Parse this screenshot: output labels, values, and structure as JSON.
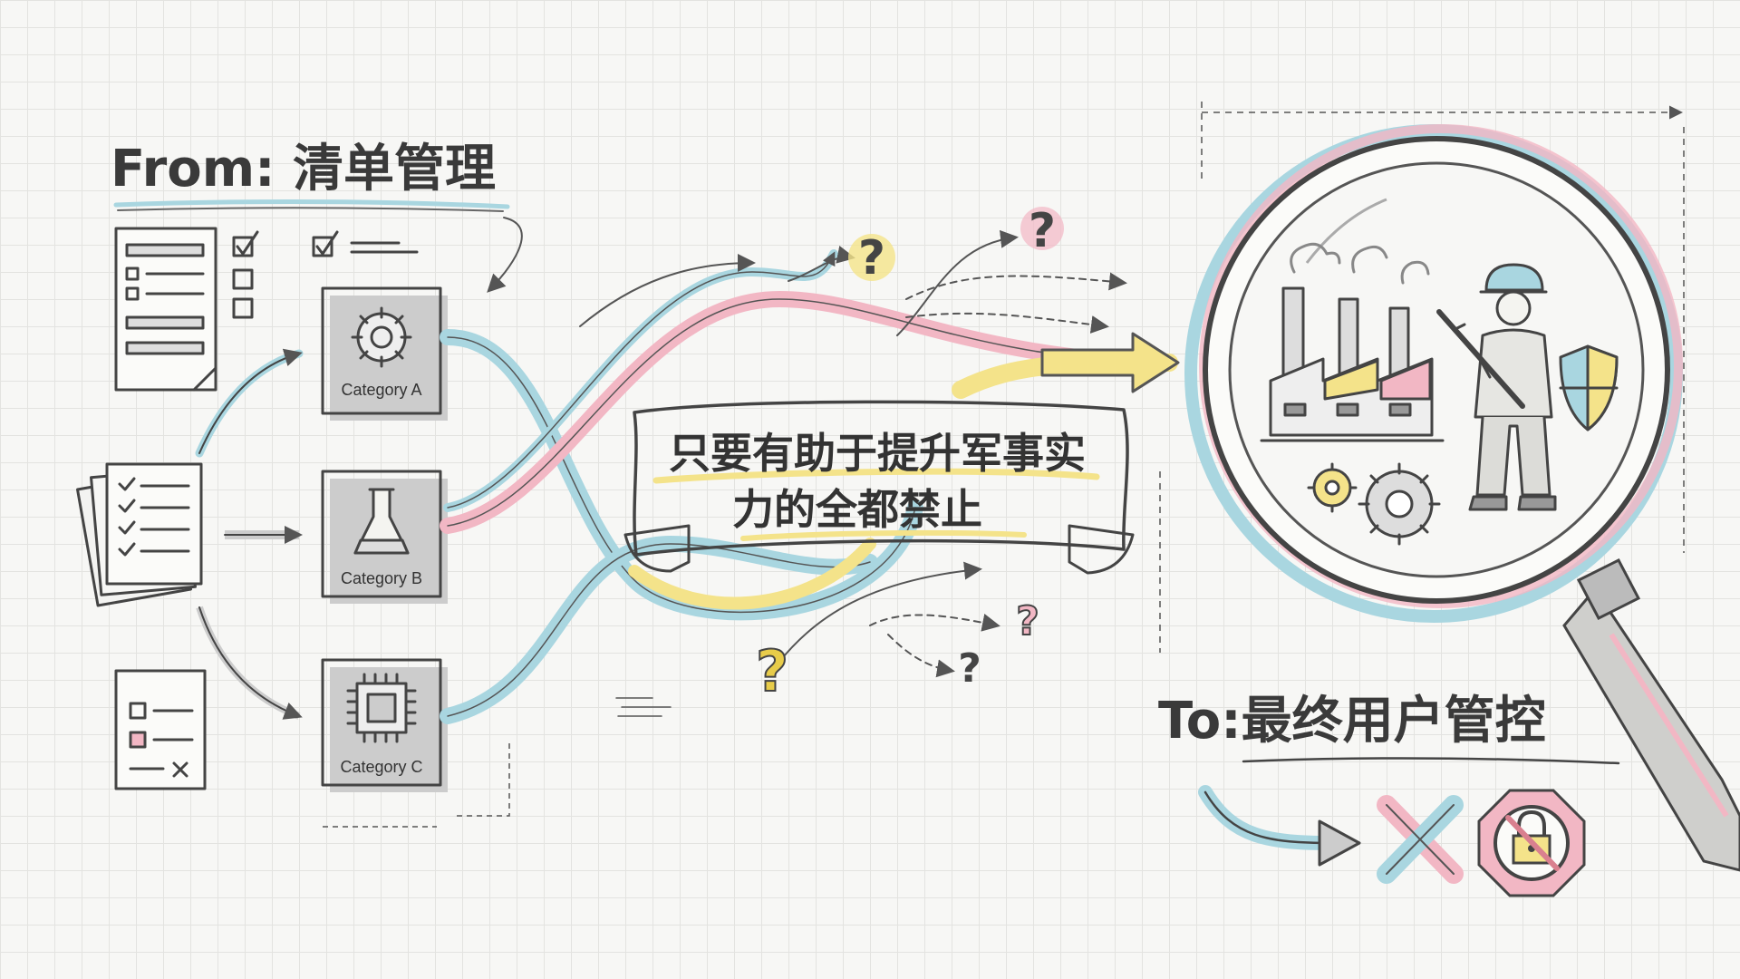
{
  "from_title": "From: 清单管理",
  "to_title": "To:最终用户管控",
  "categories": [
    "Category A",
    "Category B",
    "Category C"
  ],
  "banner": {
    "line1": "只要有助于提升军事实",
    "line2": "力的全都禁止"
  },
  "colors": {
    "blue": "#a9d6e0",
    "pink": "#f2b7c4",
    "yellow": "#f4e38a",
    "ink": "#444444"
  },
  "icons": {
    "documents": [
      "checklist-document-icon",
      "stacked-checklist-icon",
      "checklist-x-document-icon"
    ],
    "categories": [
      "gear-icon",
      "flask-icon",
      "microchip-icon"
    ],
    "lens_contents": [
      "factory-icon",
      "soldier-icon",
      "shield-icon",
      "gears-icon"
    ],
    "result": [
      "arrow-icon",
      "x-mark-icon",
      "prohibited-lock-icon"
    ]
  }
}
